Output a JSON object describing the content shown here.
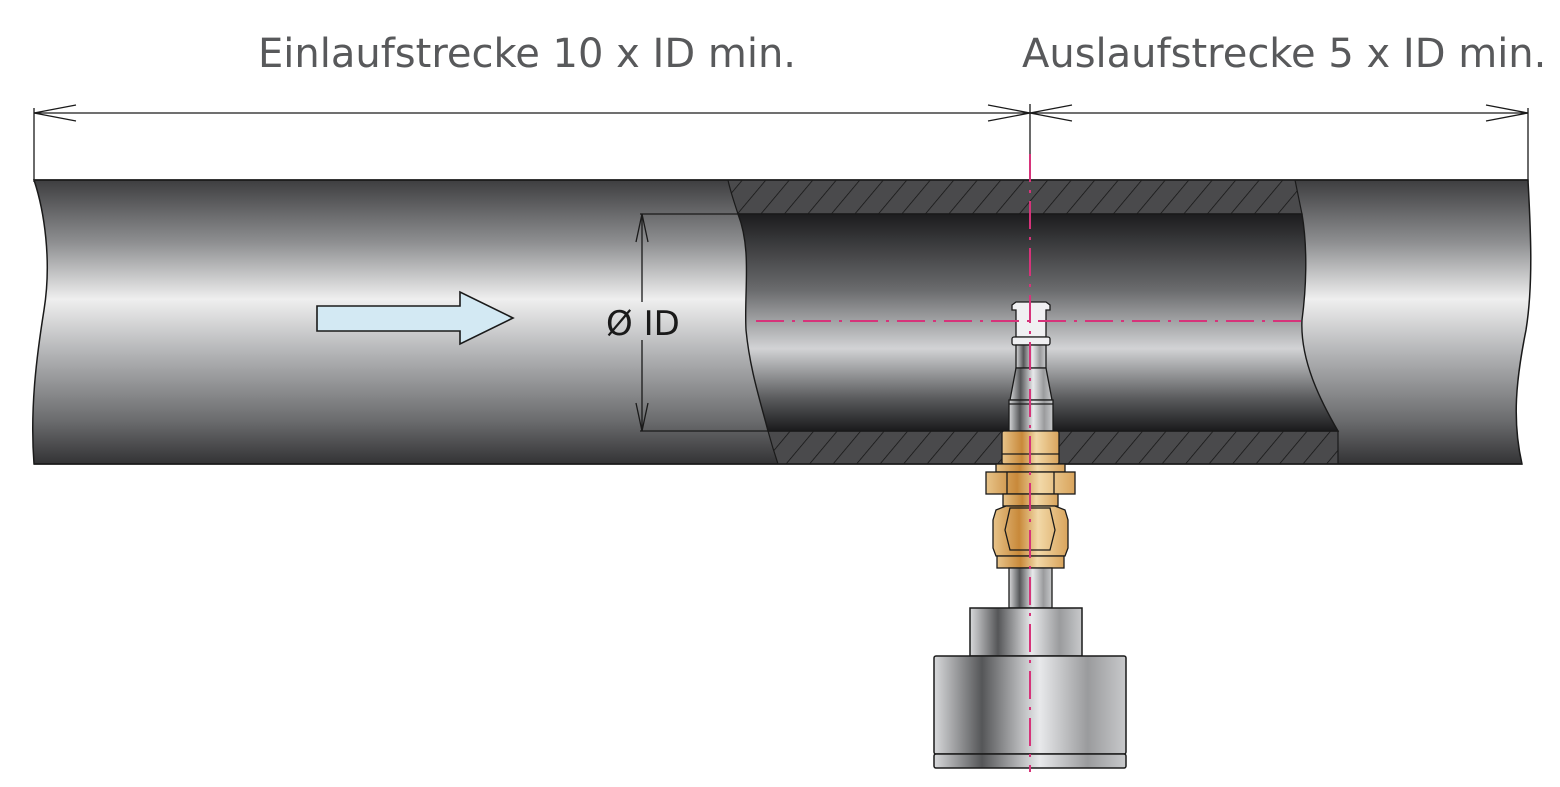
{
  "diagram": {
    "title_inlet": "Einlaufstrecke 10 x ID min.",
    "title_outlet": "Auslaufstrecke 5 x ID min.",
    "diameter_label": "Ø ID",
    "inlet_multiplier": 10,
    "outlet_multiplier": 5,
    "flow_direction": "left-to-right",
    "colors": {
      "centerline": "#d6337a",
      "flow_arrow_fill": "#d3e9f3",
      "fitting_brass": "#e0b070",
      "pipe_dark": "#3a3a3c",
      "pipe_light": "#efefef",
      "text": "#58595b"
    },
    "components": [
      "pipe",
      "flow-arrow",
      "sensor-probe",
      "brass-fitting",
      "sensor-housing",
      "dimension-lines",
      "centerlines"
    ]
  }
}
